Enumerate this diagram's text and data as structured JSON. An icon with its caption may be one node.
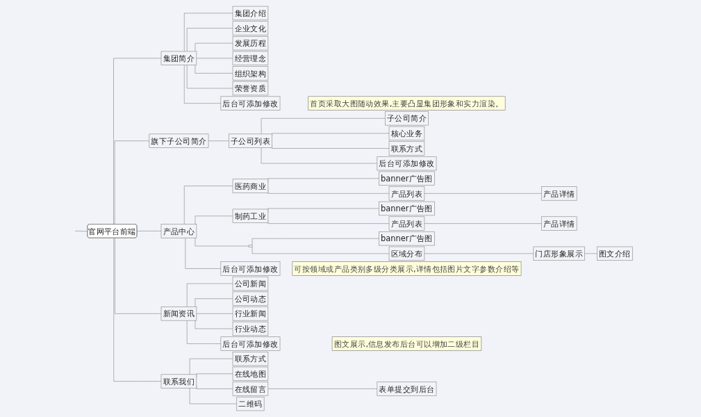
{
  "diagram": {
    "nodes": [
      {
        "text": [
          "官网平台前端"
        ]
      },
      {
        "text": [
          "集团简介"
        ]
      },
      {
        "text": [
          "集团介绍"
        ]
      },
      {
        "text": [
          "企业文化"
        ]
      },
      {
        "text": [
          "发展历程"
        ]
      },
      {
        "text": [
          "经营理念"
        ]
      },
      {
        "text": [
          "组织架构"
        ]
      },
      {
        "text": [
          "荣誉资质"
        ]
      },
      {
        "text": [
          "后台可添加修改"
        ]
      },
      {
        "text": [
          "首页采取大图随动效果,主要凸显集团形象和实力渲染。"
        ]
      },
      {
        "text": [
          "旗下子公司简介"
        ]
      },
      {
        "text": [
          "子公司列表"
        ]
      },
      {
        "text": [
          "子公司简介"
        ]
      },
      {
        "text": [
          "核心业务"
        ]
      },
      {
        "text": [
          "联系方式"
        ]
      },
      {
        "text": [
          "后台可添加修改"
        ]
      },
      {
        "text": [
          "产品中心"
        ]
      },
      {
        "text": [
          "医药商业"
        ]
      },
      {
        "text": [
          "banner广告图"
        ]
      },
      {
        "text": [
          "产品列表"
        ]
      },
      {
        "text": [
          "产品详情"
        ]
      },
      {
        "text": [
          "制药工业"
        ]
      },
      {
        "text": [
          "banner广告图"
        ]
      },
      {
        "text": [
          "产品列表"
        ]
      },
      {
        "text": [
          "产品详情"
        ]
      },
      {
        "text": [],
        "shape": "box"
      },
      {
        "text": [
          "banner广告图"
        ]
      },
      {
        "text": [
          "区域分布"
        ]
      },
      {
        "text": [
          "门店形象展示"
        ]
      },
      {
        "text": [
          "图文介绍"
        ]
      },
      {
        "text": [
          "后台可添加修改"
        ]
      },
      {
        "text": [
          "可按领域或产品类别多级分类展示,详情包括图片文字参数介绍等"
        ]
      },
      {
        "text": [
          "新闻资讯"
        ]
      },
      {
        "text": [
          "公司新闻"
        ]
      },
      {
        "text": [
          "公司动态"
        ]
      },
      {
        "text": [
          "行业新闻"
        ]
      },
      {
        "text": [
          "行业动态"
        ]
      },
      {
        "text": [
          "后台可添加修改"
        ]
      },
      {
        "text": [
          "图文展示,信息发布后台可以增加二级栏目"
        ]
      },
      {
        "text": [
          "联系我们"
        ]
      },
      {
        "text": [
          "联系方式"
        ]
      },
      {
        "text": [
          "在线地图"
        ]
      },
      {
        "text": [
          "在线留言"
        ]
      },
      {
        "text": [
          "表单提交到后台"
        ]
      },
      {
        "text": [
          "二维码"
        ]
      }
    ],
    "edges": [
      {
        "from": null,
        "to": 0,
        "arrow": "none"
      },
      {
        "from": 0,
        "to": 1,
        "arrow": "none"
      },
      {
        "from": 1,
        "to": 2,
        "arrow": "none"
      },
      {
        "from": 1,
        "to": 3,
        "arrow": "none"
      },
      {
        "from": 1,
        "to": 4,
        "arrow": "none"
      },
      {
        "from": 1,
        "to": 5,
        "arrow": "none"
      },
      {
        "from": 1,
        "to": 6,
        "arrow": "none"
      },
      {
        "from": 1,
        "to": 7,
        "arrow": "none"
      },
      {
        "from": 1,
        "to": 8,
        "arrow": "none"
      },
      {
        "from": 0,
        "to": 10,
        "arrow": "none"
      },
      {
        "from": 10,
        "to": 11,
        "arrow": "none"
      },
      {
        "from": 11,
        "to": 12,
        "arrow": "none"
      },
      {
        "from": 11,
        "to": 13,
        "arrow": "none"
      },
      {
        "from": 11,
        "to": 14,
        "arrow": "none"
      },
      {
        "from": 11,
        "to": 15,
        "arrow": "none"
      },
      {
        "from": 0,
        "to": 16,
        "arrow": "none"
      },
      {
        "from": 16,
        "to": 17,
        "arrow": "none"
      },
      {
        "from": 17,
        "to": 18,
        "arrow": "none"
      },
      {
        "from": 17,
        "to": 19,
        "arrow": "none"
      },
      {
        "from": 19,
        "to": 20,
        "arrow": "none"
      },
      {
        "from": 16,
        "to": 21,
        "arrow": "none"
      },
      {
        "from": 21,
        "to": 22,
        "arrow": "none"
      },
      {
        "from": 21,
        "to": 23,
        "arrow": "none"
      },
      {
        "from": 23,
        "to": 24,
        "arrow": "none"
      },
      {
        "from": 16,
        "to": 25,
        "arrow": "none"
      },
      {
        "from": 25,
        "to": 26,
        "arrow": "none"
      },
      {
        "from": 25,
        "to": 27,
        "arrow": "none"
      },
      {
        "from": 27,
        "to": 28,
        "arrow": "none"
      },
      {
        "from": 28,
        "to": 29,
        "arrow": "none"
      },
      {
        "from": 16,
        "to": 30,
        "arrow": "none"
      },
      {
        "from": 0,
        "to": 32,
        "arrow": "none"
      },
      {
        "from": 32,
        "to": 33,
        "arrow": "none"
      },
      {
        "from": 32,
        "to": 34,
        "arrow": "none"
      },
      {
        "from": 32,
        "to": 35,
        "arrow": "none"
      },
      {
        "from": 32,
        "to": 36,
        "arrow": "none"
      },
      {
        "from": 32,
        "to": 37,
        "arrow": "none"
      },
      {
        "from": 0,
        "to": 39,
        "arrow": "none"
      },
      {
        "from": 39,
        "to": 40,
        "arrow": "none"
      },
      {
        "from": 39,
        "to": 41,
        "arrow": "none"
      },
      {
        "from": 39,
        "to": 42,
        "arrow": "none"
      },
      {
        "from": 42,
        "to": 43,
        "arrow": "none"
      },
      {
        "from": 39,
        "to": 44,
        "arrow": "none"
      }
    ]
  }
}
